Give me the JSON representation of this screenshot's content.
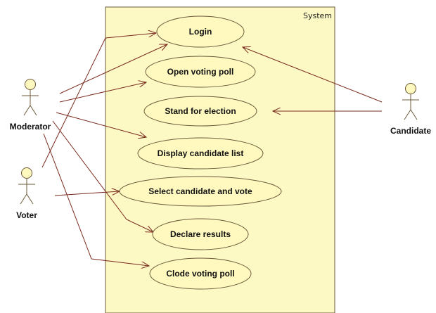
{
  "system": {
    "label": "System"
  },
  "actors": {
    "moderator": {
      "label": "Moderator"
    },
    "voter": {
      "label": "Voter"
    },
    "candidate": {
      "label": "Candidate"
    }
  },
  "use_cases": {
    "login": {
      "label": "Login"
    },
    "open_poll": {
      "label": "Open voting poll"
    },
    "stand": {
      "label": "Stand for election"
    },
    "display_list": {
      "label": "Display candidate list"
    },
    "select_vote": {
      "label": "Select candidate and vote"
    },
    "declare": {
      "label": "Declare results"
    },
    "close_poll": {
      "label": "Clode voting poll"
    }
  },
  "colors": {
    "system_fill": "#fdf9c4",
    "usecase_fill": "#fff9c0",
    "outline": "#6b5a3a",
    "association": "#7a2a1e"
  }
}
